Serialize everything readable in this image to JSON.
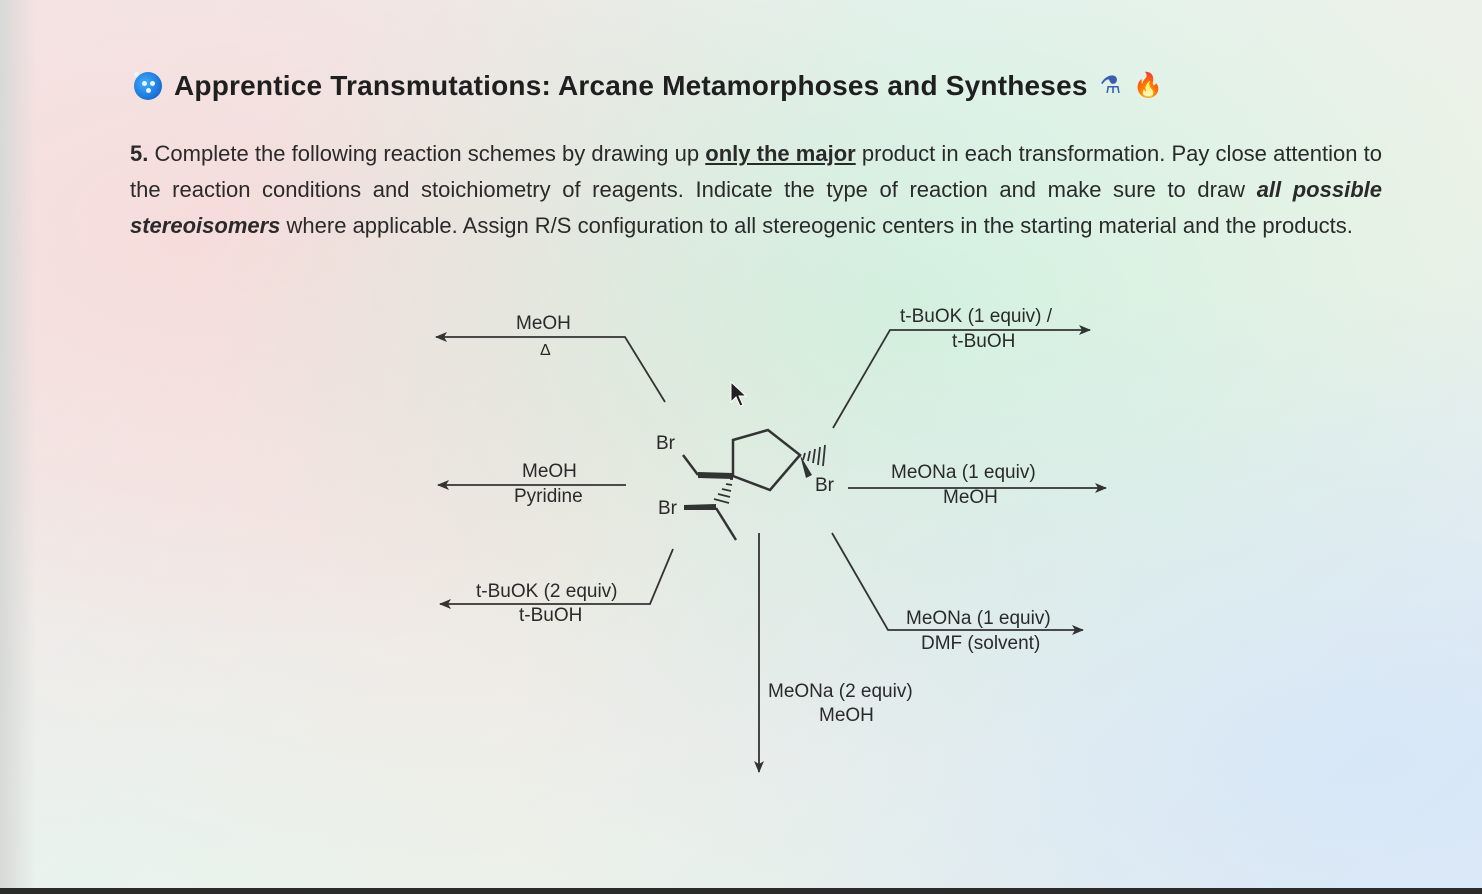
{
  "header": {
    "title": "Apprentice Transmutations: Arcane Metamorphoses and Syntheses",
    "left_icon": "atom-icon",
    "right_icons": [
      "alchemy-icon",
      "fire-icon"
    ],
    "emoji_alchemy": "⚗",
    "emoji_fire": "🔥"
  },
  "question": {
    "number": "5.",
    "part1": "Complete the following reaction schemes by drawing up ",
    "emphasis": "only the major",
    "part2": " product in each transformation. Pay close attention to the reaction conditions and stoichiometry of reagents. Indicate the type of reaction and make sure to draw ",
    "emphasis2": "all possible stereoisomers",
    "part3": " where applicable. Assign R/S configuration to all stereogenic centers in the starting material and the products."
  },
  "molecule": {
    "br_top": "Br",
    "br_left": "Br",
    "br_right": "Br"
  },
  "reactions": {
    "top_left": {
      "line1": "MeOH",
      "line2": "Δ"
    },
    "mid_left": {
      "line1": "MeOH",
      "line2": "Pyridine"
    },
    "bottom_left": {
      "line1": "t-BuOK (2 equiv)",
      "line2": "t-BuOH"
    },
    "top_right": {
      "line1": "t-BuOK (1 equiv) /",
      "line2": "t-BuOH"
    },
    "mid_right": {
      "line1": "MeONa (1 equiv)",
      "line2": "MeOH"
    },
    "bottom_right": {
      "line1": "MeONa (1 equiv)",
      "line2": "DMF (solvent)"
    },
    "bottom": {
      "line1": "MeONa (2 equiv)",
      "line2": "MeOH"
    }
  }
}
